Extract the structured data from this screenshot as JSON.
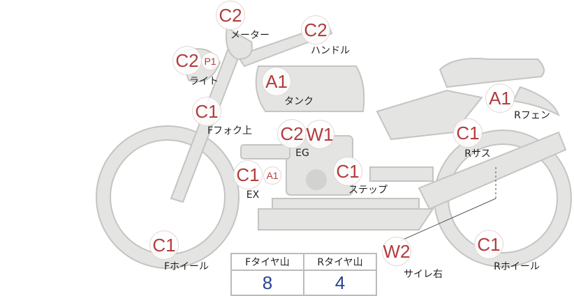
{
  "markers": [
    {
      "code": "C2",
      "label": "メーター"
    },
    {
      "code": "C2",
      "label": "ハンドル"
    },
    {
      "code": "C2",
      "sub": "P1",
      "label": "ライト"
    },
    {
      "code": "A1",
      "label": "タンク"
    },
    {
      "code": "C1",
      "label": "Fフォク上"
    },
    {
      "code": "C2",
      "sub": "W1",
      "label": "EG"
    },
    {
      "code": "C1",
      "sub": "A1",
      "label": "EX"
    },
    {
      "code": "C1",
      "label": "ステップ"
    },
    {
      "code": "A1",
      "label": "Rフェン"
    },
    {
      "code": "C1",
      "label": "Rサス"
    },
    {
      "code": "C1",
      "label": "Fホイール"
    },
    {
      "code": "W2",
      "label": "サイレ右"
    },
    {
      "code": "C1",
      "label": "Rホイール"
    }
  ],
  "tires": {
    "front_label": "Fタイヤ山",
    "rear_label": "Rタイヤ山",
    "front_value": "8",
    "rear_value": "4"
  }
}
